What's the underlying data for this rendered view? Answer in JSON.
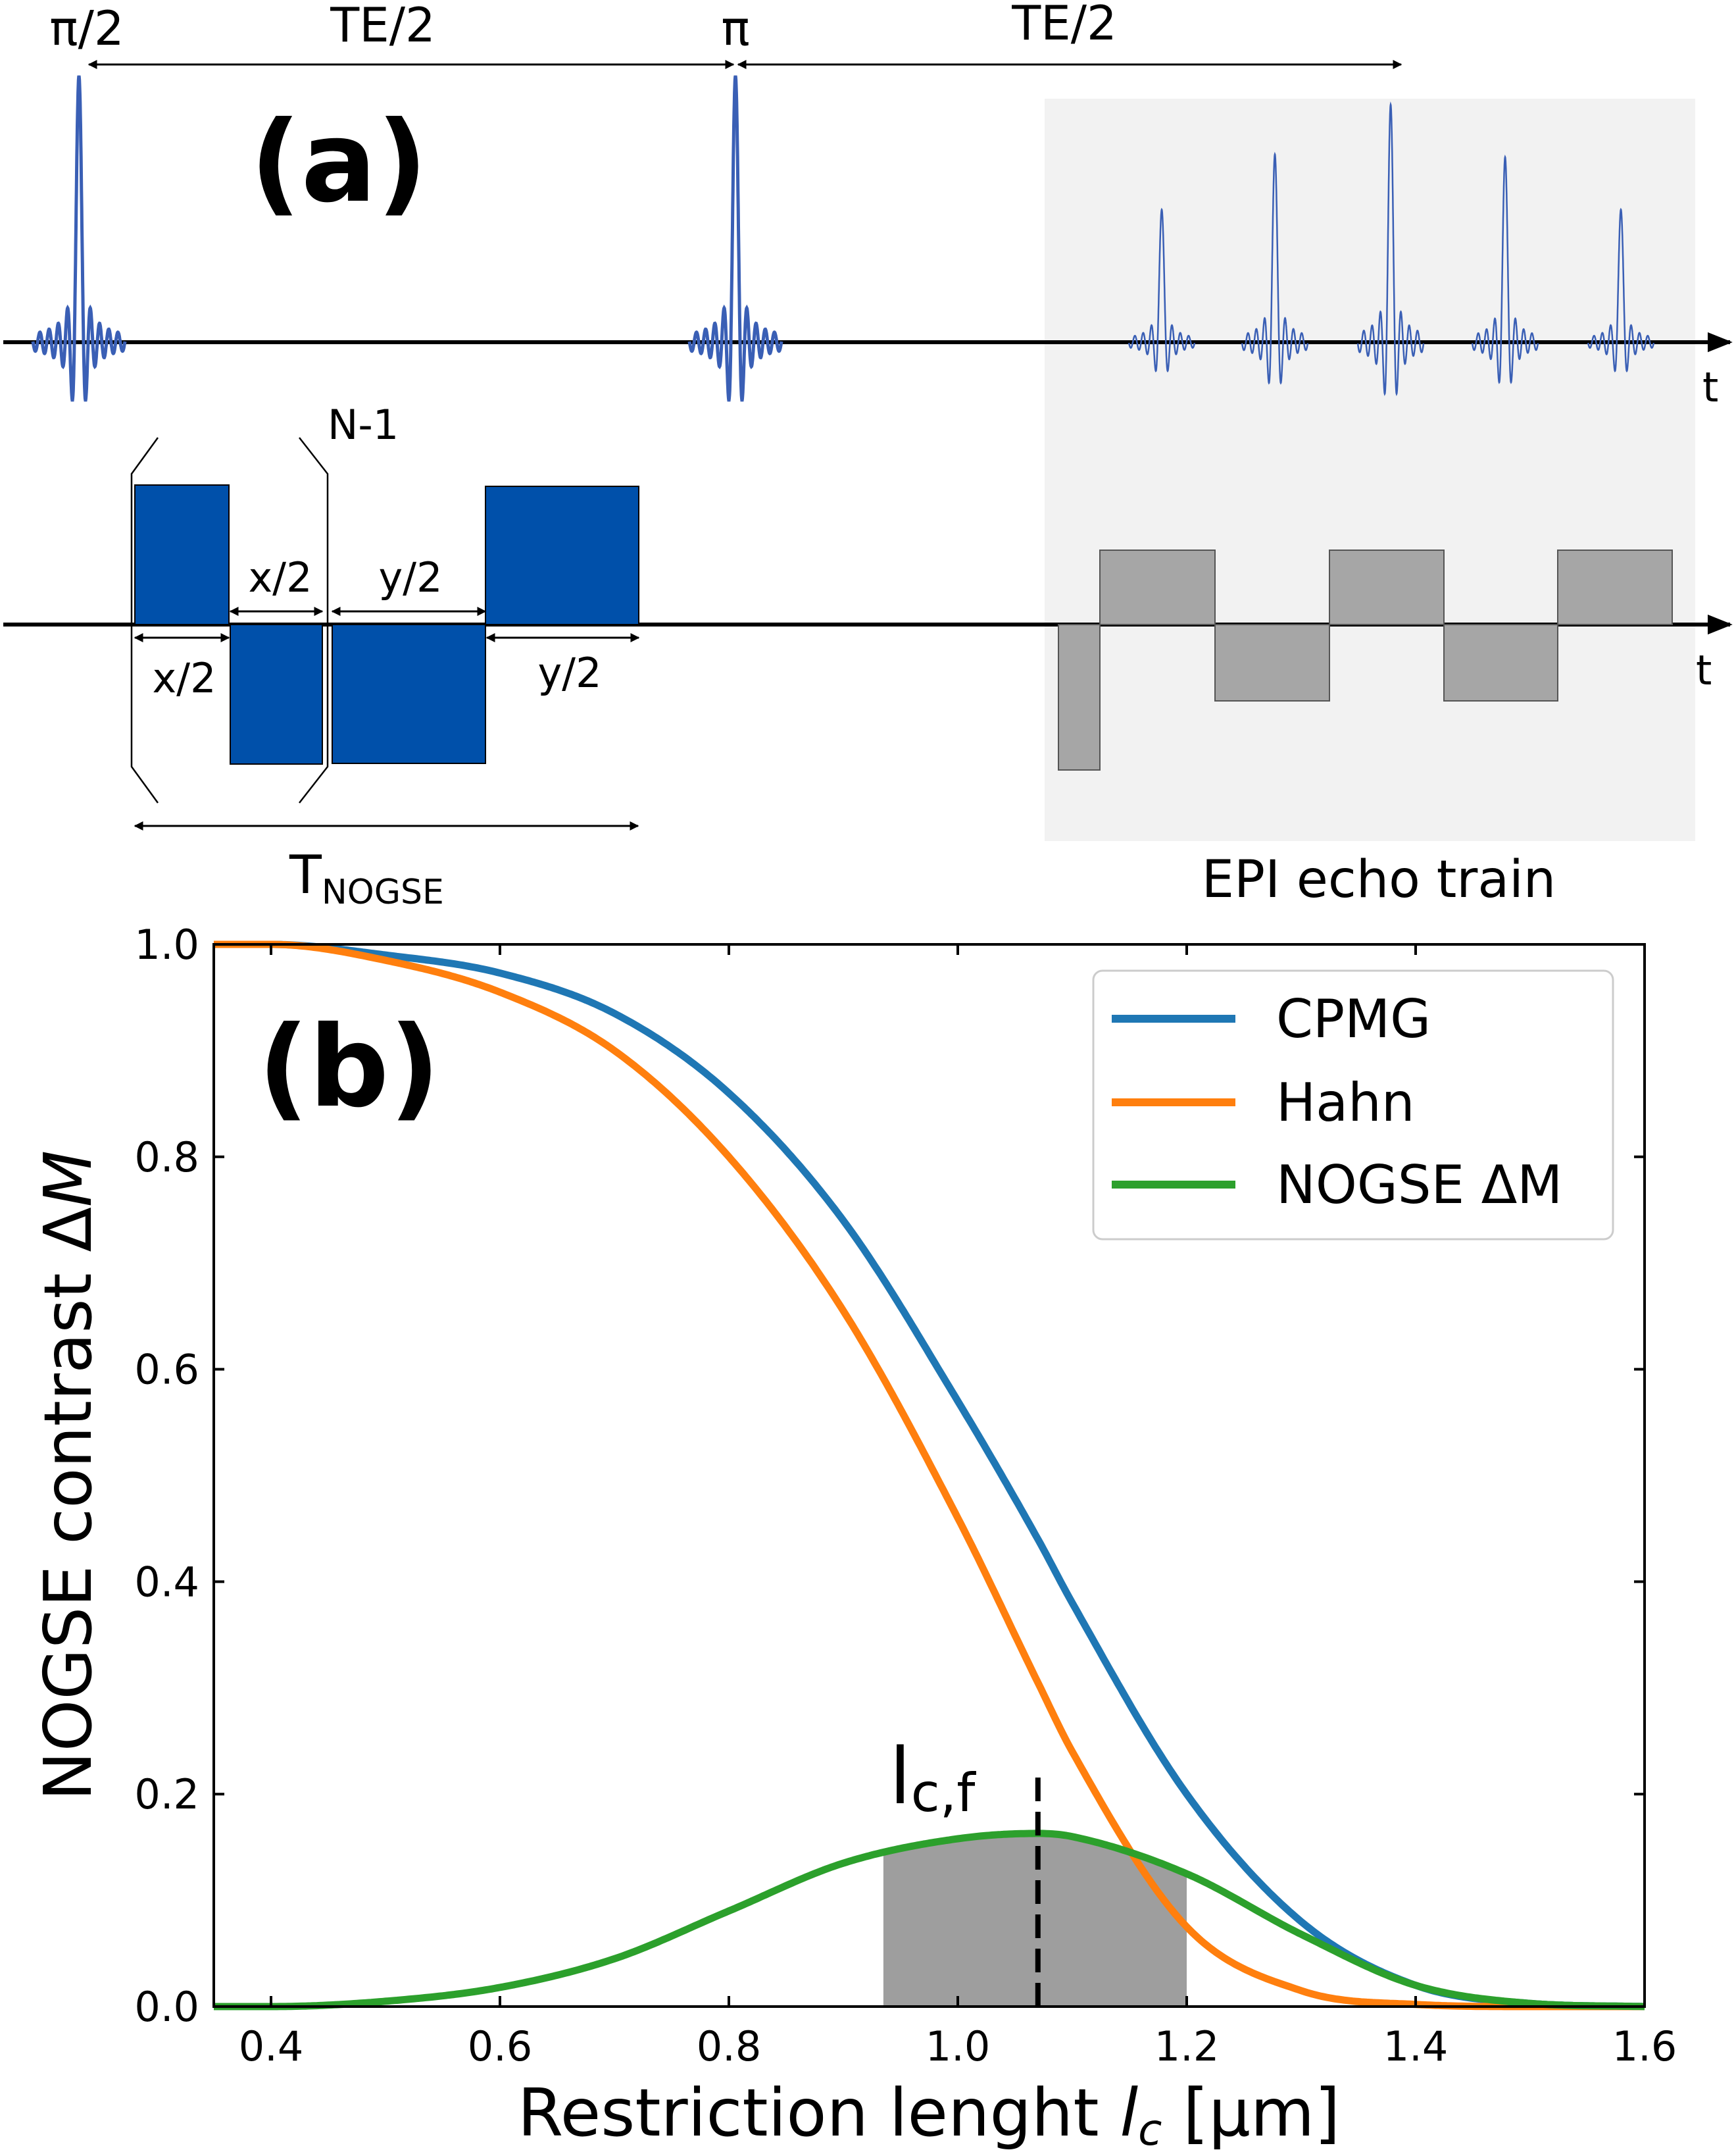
{
  "panel_a": {
    "label": "(a)",
    "rf_labels": {
      "pi_half": "π/2",
      "pi": "π",
      "te_half_1": "TE/2",
      "te_half_2": "TE/2"
    },
    "time_axis_label_top": "t",
    "time_axis_label_bottom": "t",
    "repeat_label": "N-1",
    "gradient_labels": {
      "x_half_top": "x/2",
      "y_half_top": "y/2",
      "x_half_bottom": "x/2",
      "y_half_bottom": "y/2"
    },
    "t_nogse": {
      "main": "T",
      "sub": "NOGSE"
    },
    "epi_label": "EPI echo train",
    "echo_amplitudes": [
      0.48,
      0.68,
      0.86,
      0.67,
      0.48
    ],
    "colors": {
      "rf": "#3a5fb5",
      "gradient": "#0050aa",
      "epi_gradient": "#a6a6a6",
      "epi_background": "#f2f2f2"
    }
  },
  "panel_b": {
    "label": "(b)",
    "marker_label": {
      "main": "l",
      "sub": "c,f"
    },
    "colors": {
      "CPMG": "#1f77b4",
      "Hahn": "#ff7f0e",
      "NOGSE": "#2ca02c",
      "shade": "#9e9e9e"
    }
  },
  "chart_data": {
    "type": "line",
    "xlabel": "Restriction lenght l_c [μm]",
    "xlabel_parts": {
      "main": "Restriction lenght ",
      "var": "l",
      "sub": "c",
      "unit": " [μm]"
    },
    "ylabel": "NOGSE contrast ΔM",
    "ylabel_parts": {
      "main": "NOGSE contrast Δ",
      "var": "M"
    },
    "xlim": [
      0.35,
      1.6
    ],
    "ylim": [
      0.0,
      1.0
    ],
    "xticks": [
      "0.4",
      "0.6",
      "0.8",
      "1.0",
      "1.2",
      "1.4",
      "1.6"
    ],
    "yticks": [
      "0.0",
      "0.2",
      "0.4",
      "0.6",
      "0.8",
      "1.0"
    ],
    "grid": false,
    "legend_position": "top-right",
    "x": [
      0.35,
      0.4,
      0.5,
      0.6,
      0.7,
      0.8,
      0.9,
      1.0,
      1.07,
      1.1,
      1.2,
      1.3,
      1.4,
      1.5,
      1.6
    ],
    "series": [
      {
        "name": "CPMG",
        "values": [
          1.0,
          1.0,
          0.99,
          0.973,
          0.935,
          0.86,
          0.74,
          0.57,
          0.44,
          0.38,
          0.2,
          0.08,
          0.02,
          0.003,
          0.0
        ]
      },
      {
        "name": "Hahn",
        "values": [
          1.0,
          1.0,
          0.985,
          0.955,
          0.9,
          0.8,
          0.655,
          0.46,
          0.305,
          0.24,
          0.075,
          0.015,
          0.002,
          0.0,
          0.0
        ]
      },
      {
        "name": "NOGSE ΔM",
        "values": [
          0.0,
          0.0,
          0.005,
          0.018,
          0.045,
          0.09,
          0.135,
          0.158,
          0.163,
          0.16,
          0.125,
          0.068,
          0.02,
          0.003,
          0.0
        ]
      }
    ],
    "shaded_region": [
      0.935,
      1.2
    ],
    "marker_x": 1.07
  }
}
